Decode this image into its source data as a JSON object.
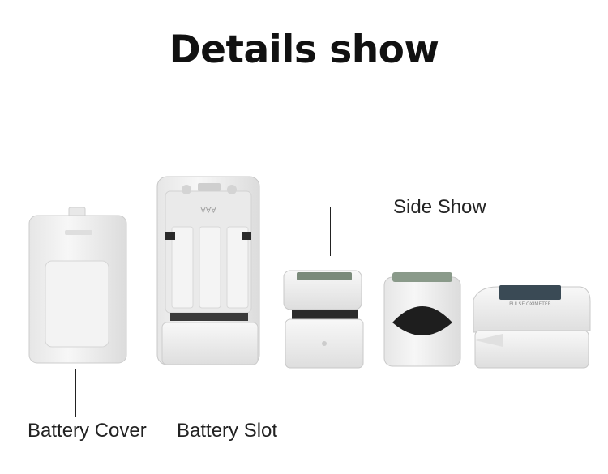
{
  "title": "Details show",
  "labels": {
    "battery_cover": "Battery Cover",
    "battery_slot": "Battery Slot",
    "side_show": "Side Show"
  },
  "device_texts": {
    "slot_marking": "AAA",
    "oximeter_brand": "PULSE OXIMETER"
  },
  "colors": {
    "plastic": "#f2f2f2",
    "plastic_shadow": "#d8d8d8",
    "dark": "#2a2a2a",
    "screen": "#3a4a55",
    "text": "#111111"
  }
}
